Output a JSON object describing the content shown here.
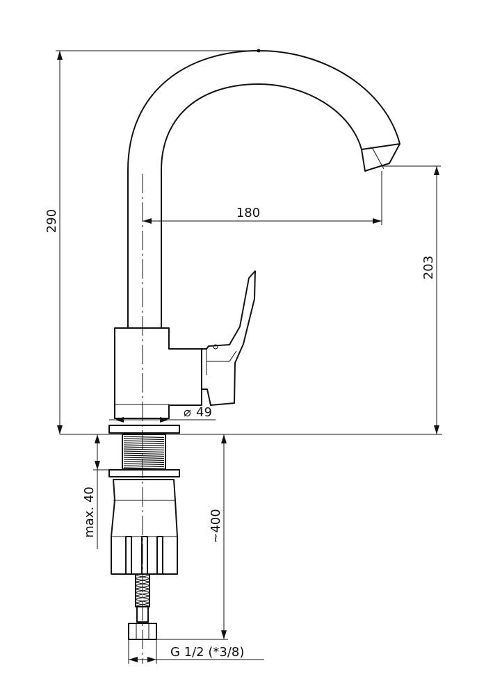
{
  "dimensions": {
    "total_height": "290",
    "reach": "180",
    "spout_height": "203",
    "base_diameter": "49",
    "max_counter_thickness": "max. 40",
    "hose_length": "~400",
    "connection": "G 1/2 (*3/8)"
  },
  "symbols": {
    "diameter": "⌀"
  }
}
